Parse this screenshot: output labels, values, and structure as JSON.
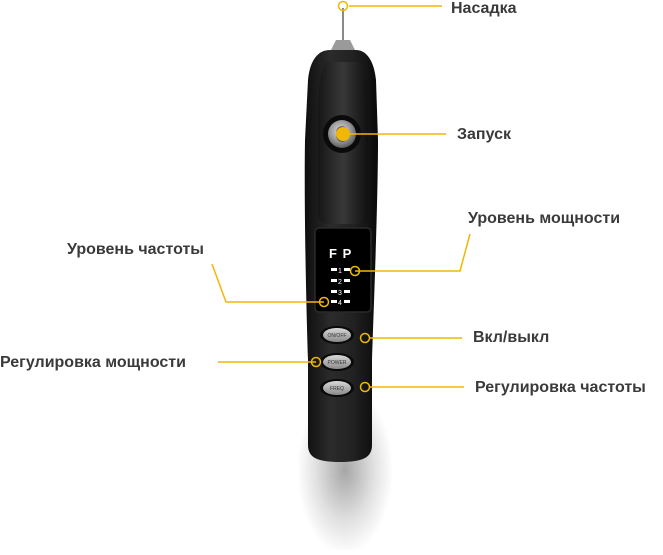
{
  "diagram": {
    "accent_color": "#f2b705",
    "device_color": "#1c1c1c",
    "callouts": [
      {
        "id": "nozzle",
        "label": "Насадка"
      },
      {
        "id": "start",
        "label": "Запуск"
      },
      {
        "id": "power-level",
        "label": "Уровень мощности"
      },
      {
        "id": "frequency-level",
        "label": "Уровень частоты"
      },
      {
        "id": "on-off",
        "label": "Вкл/выкл"
      },
      {
        "id": "power-adjust",
        "label": "Регулировка мощности"
      },
      {
        "id": "frequency-adjust",
        "label": "Регулировка частоты"
      }
    ],
    "display": {
      "header_f": "F",
      "header_p": "P",
      "levels": [
        "1",
        "2",
        "3",
        "4"
      ]
    },
    "buttons": [
      {
        "id": "button-on-off",
        "label": "ON/OFF"
      },
      {
        "id": "button-power",
        "label": "POWER"
      },
      {
        "id": "button-frequency",
        "label": "FREQ"
      }
    ]
  }
}
